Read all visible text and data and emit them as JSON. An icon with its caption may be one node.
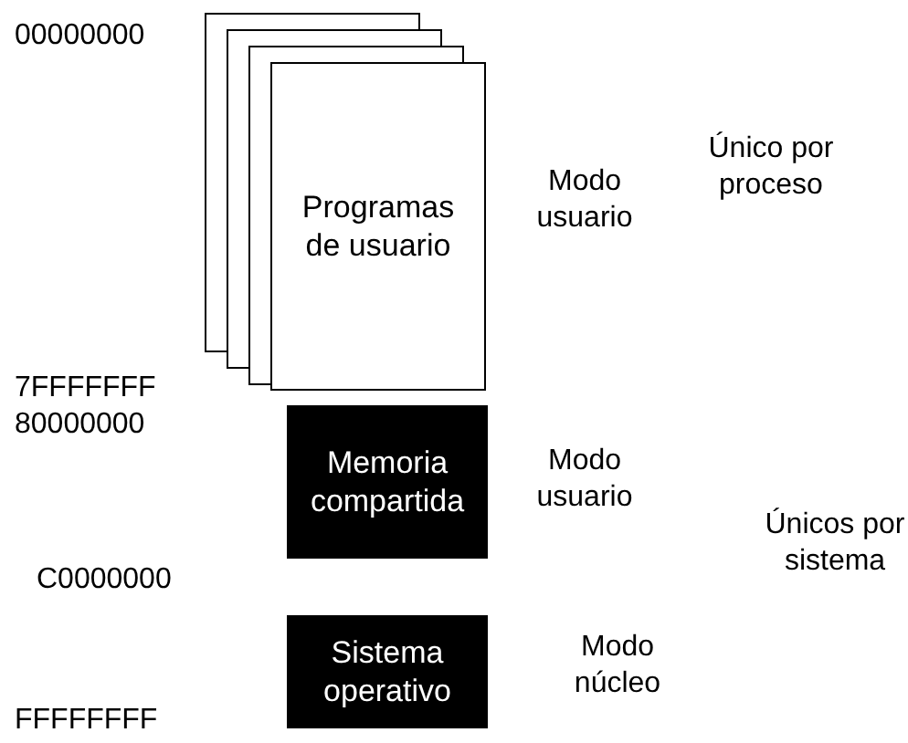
{
  "diagram": {
    "nodes": [
      {
        "text": [],
        "shape": "box"
      },
      {
        "text": [],
        "shape": "box"
      },
      {
        "text": [],
        "shape": "box"
      },
      {
        "text": [
          "Programas de usuario"
        ]
      },
      {
        "text": [
          "Memoria compartida"
        ]
      },
      {
        "text": [
          "Sistema operativo"
        ]
      }
    ],
    "labels": [
      "00000000",
      "Modo usuario",
      "Único por proceso",
      "7FFFFFFF",
      "80000000",
      "Modo usuario",
      "Únicos por sistema",
      "C0000000",
      "Modo núcleo",
      "FFFFFFFF"
    ]
  }
}
